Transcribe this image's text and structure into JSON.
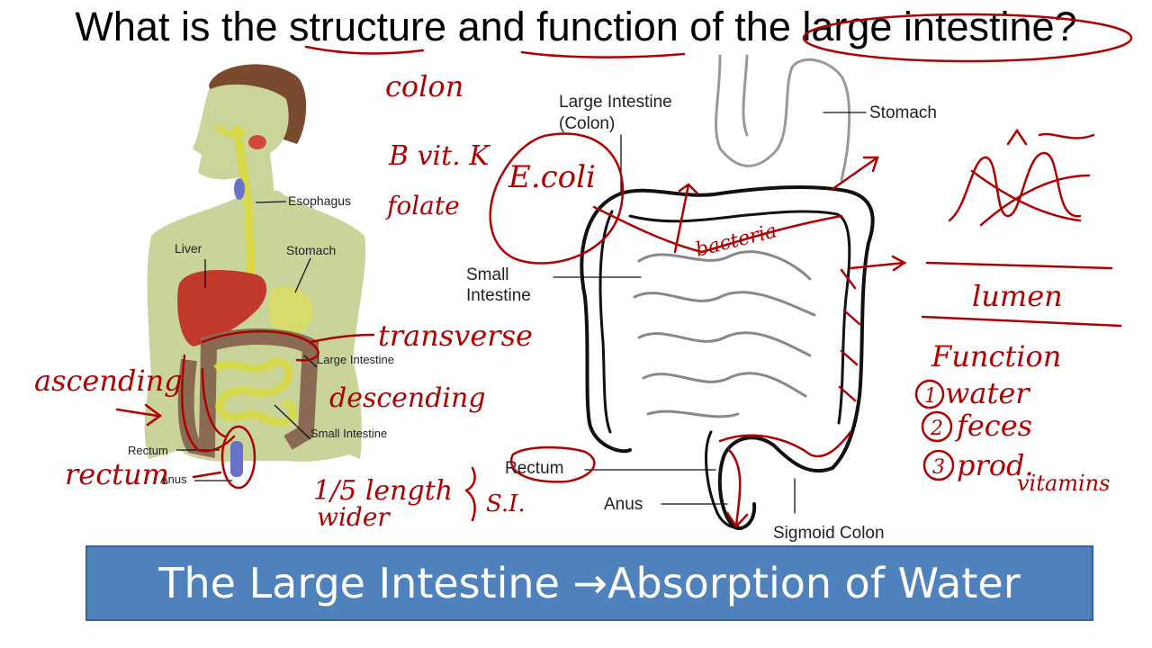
{
  "slide": {
    "title": "What is the structure and function of the large intestine?",
    "banner": "The Large Intestine →Absorption of Water",
    "colors": {
      "banner": "#4f81bd",
      "ink": "#b00000",
      "skin": "#c8d49a"
    }
  },
  "left_figure": {
    "labels": {
      "esophagus": "Esophagus",
      "liver": "Liver",
      "stomach": "Stomach",
      "large_intestine": "Large Intestine",
      "small_intestine": "Small Intestine",
      "rectum": "Rectum",
      "anus": "Anus"
    }
  },
  "right_figure": {
    "labels": {
      "large_intestine": "Large Intestine",
      "colon": "(Colon)",
      "stomach": "Stomach",
      "small_intestine_1": "Small",
      "small_intestine_2": "Intestine",
      "rectum": "Rectum",
      "anus": "Anus",
      "sigmoid_colon": "Sigmoid Colon"
    }
  },
  "handwriting": {
    "colon": "colon",
    "b_vit": "B vit. K",
    "folate": "folate",
    "e_coli": "E.coli",
    "bacteria": "bacteria",
    "transverse": "transverse",
    "ascending": "ascending",
    "descending": "descending",
    "rectum": "rectum",
    "length": "1/5 length",
    "wider": "wider",
    "si": "S.I.",
    "lumen": "lumen",
    "function": "Function",
    "water": "water",
    "feces": "feces",
    "prod": "prod.",
    "vitamins": "vitamins",
    "n1": "1",
    "n2": "2",
    "n3": "3"
  }
}
